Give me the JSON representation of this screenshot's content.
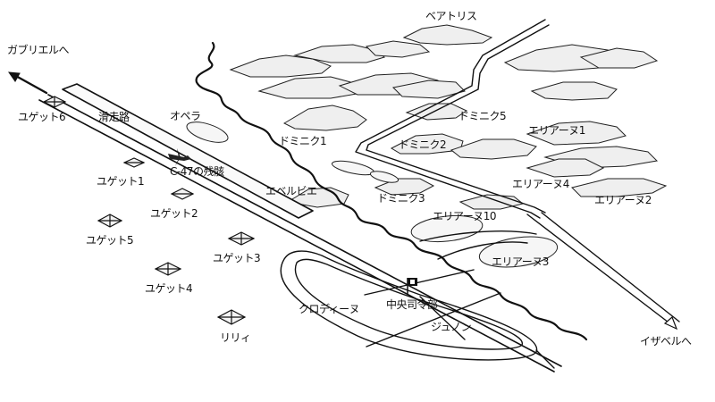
{
  "map": {
    "directions": {
      "gabriel": "ガブリエルへ",
      "isabelle": "イザベルへ"
    },
    "places": {
      "beatrice": "ベアトリス",
      "runway": "滑走路",
      "opera": "オペラ",
      "c47": "C-47の残骸",
      "dominique1": "ドミニク1",
      "dominique2": "ドミニク2",
      "dominique3": "ドミニク3",
      "dominique5": "ドミニク5",
      "evelyne": "エベルビエ",
      "area1": "エリアーヌ1",
      "area2": "エリアーヌ2",
      "area3": "エリアーヌ3",
      "area4": "エリアーヌ4",
      "area10": "エリアーヌ10",
      "claudine": "クロディーヌ",
      "hq": "中央司令部",
      "junon": "ジュノン",
      "lily": "リリィ"
    },
    "yugets": {
      "y1": "ユゲット1",
      "y2": "ユゲット2",
      "y3": "ユゲット3",
      "y4": "ユゲット4",
      "y5": "ユゲット5",
      "y6": "ユゲット6"
    }
  }
}
